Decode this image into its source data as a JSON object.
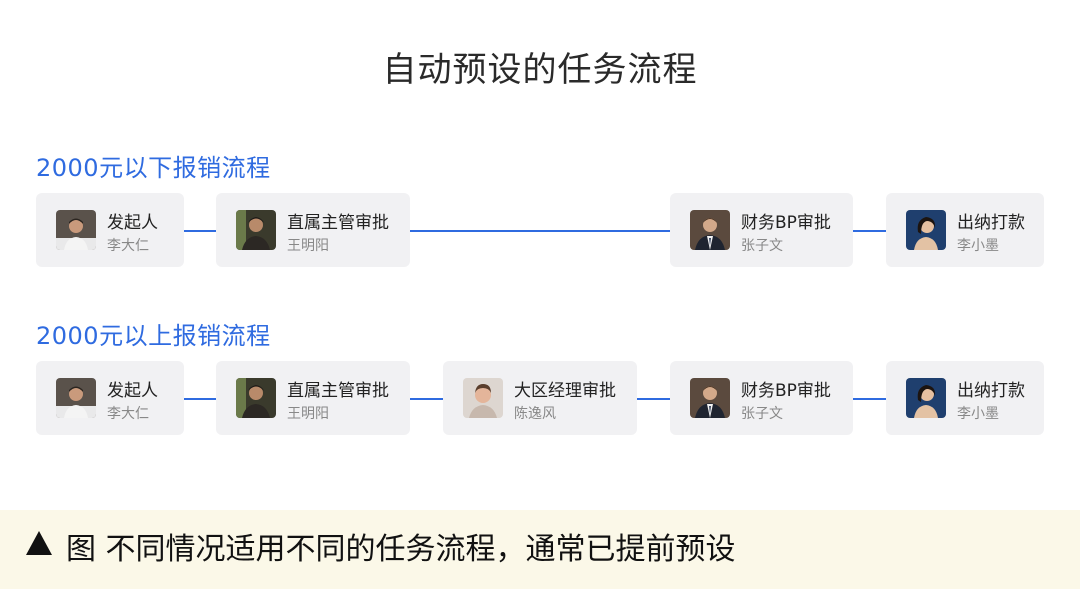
{
  "title": "自动预设的任务流程",
  "flows": [
    {
      "label": "2000元以下报销流程",
      "steps": [
        {
          "role": "发起人",
          "name": "李大仁"
        },
        {
          "role": "直属主管审批",
          "name": "王明阳"
        },
        {
          "role": "财务BP审批",
          "name": "张子文"
        },
        {
          "role": "出纳打款",
          "name": "李小墨"
        }
      ]
    },
    {
      "label": "2000元以上报销流程",
      "steps": [
        {
          "role": "发起人",
          "name": "李大仁"
        },
        {
          "role": "直属主管审批",
          "name": "王明阳"
        },
        {
          "role": "大区经理审批",
          "name": "陈逸风"
        },
        {
          "role": "财务BP审批",
          "name": "张子文"
        },
        {
          "role": "出纳打款",
          "name": "李小墨"
        }
      ]
    }
  ],
  "caption": {
    "icon": "triangle-up-icon",
    "text": "图 不同情况适用不同的任务流程，通常已提前预设"
  },
  "colors": {
    "accent": "#2f6be0",
    "card_bg": "#f1f1f3",
    "caption_bg": "#fbf8e8"
  }
}
